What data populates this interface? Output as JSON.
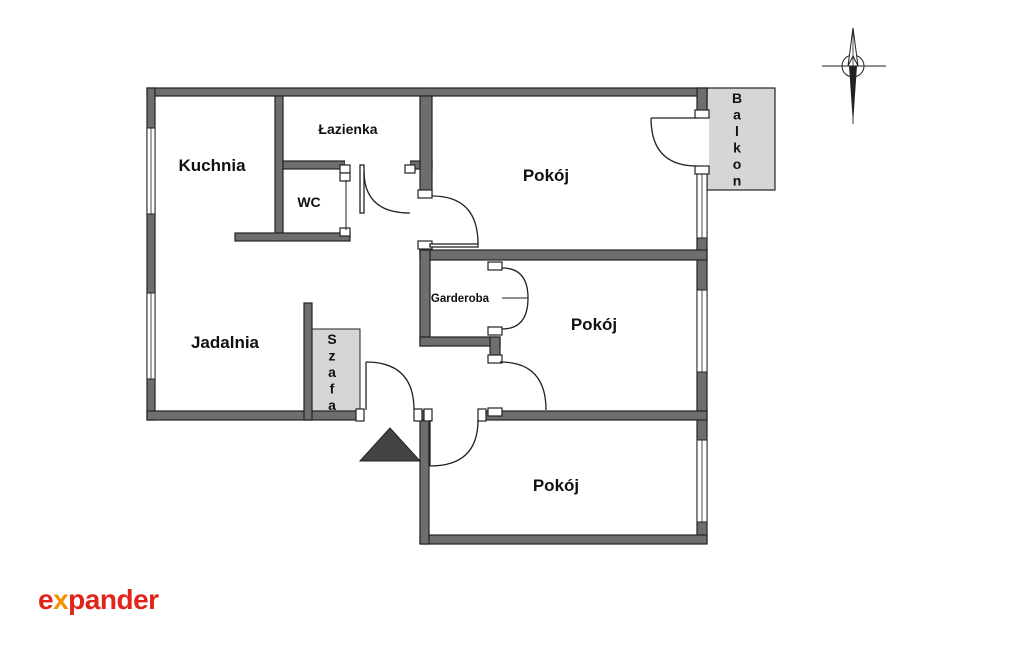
{
  "rooms": {
    "kuchnia": "Kuchnia",
    "lazienka": "Łazienka",
    "wc": "WC",
    "jadalnia": "Jadalnia",
    "pokoj_top": "Pokój",
    "pokoj_middle": "Pokój",
    "pokoj_bottom": "Pokój",
    "garderoba": "Garderoba",
    "balkon": "Balkon",
    "szafa": "Szafa"
  },
  "logo": {
    "text": "expander",
    "color_primary": "#e2231a",
    "color_accent": "#f39200"
  },
  "colors": {
    "wall": "#6e6e6e",
    "balcony_fill": "#d6d6d6",
    "wardrobe_fill": "#d6d6d6",
    "entrance_marker": "#444444"
  },
  "icons": {
    "compass": "north-arrow-icon",
    "entrance": "entrance-triangle-icon"
  }
}
